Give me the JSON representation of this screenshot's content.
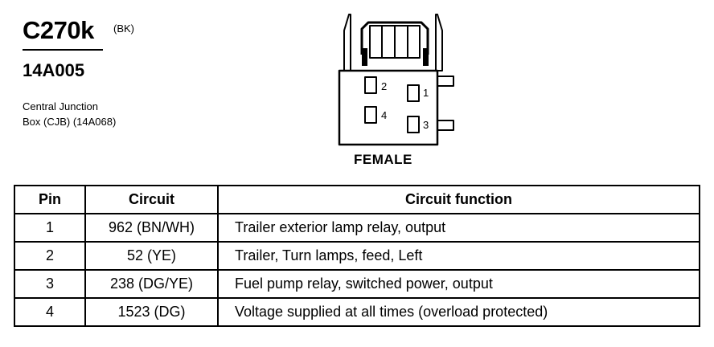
{
  "header": {
    "connector_id": "C270k",
    "color_code": "(BK)",
    "part_number": "14A005",
    "location_line1": "Central Junction",
    "location_line2": "Box (CJB) (14A068)"
  },
  "connector": {
    "view_label": "FEMALE",
    "cavity_labels": [
      "2",
      "1",
      "4",
      "3"
    ]
  },
  "table": {
    "headers": {
      "pin": "Pin",
      "circuit": "Circuit",
      "function": "Circuit function"
    },
    "rows": [
      {
        "pin": "1",
        "circuit": "962 (BN/WH)",
        "function": "Trailer exterior lamp relay, output"
      },
      {
        "pin": "2",
        "circuit": "52 (YE)",
        "function": "Trailer, Turn lamps, feed, Left"
      },
      {
        "pin": "3",
        "circuit": "238 (DG/YE)",
        "function": "Fuel pump relay, switched power, output"
      },
      {
        "pin": "4",
        "circuit": "1523 (DG)",
        "function": "Voltage supplied at all times (overload protected)"
      }
    ]
  }
}
